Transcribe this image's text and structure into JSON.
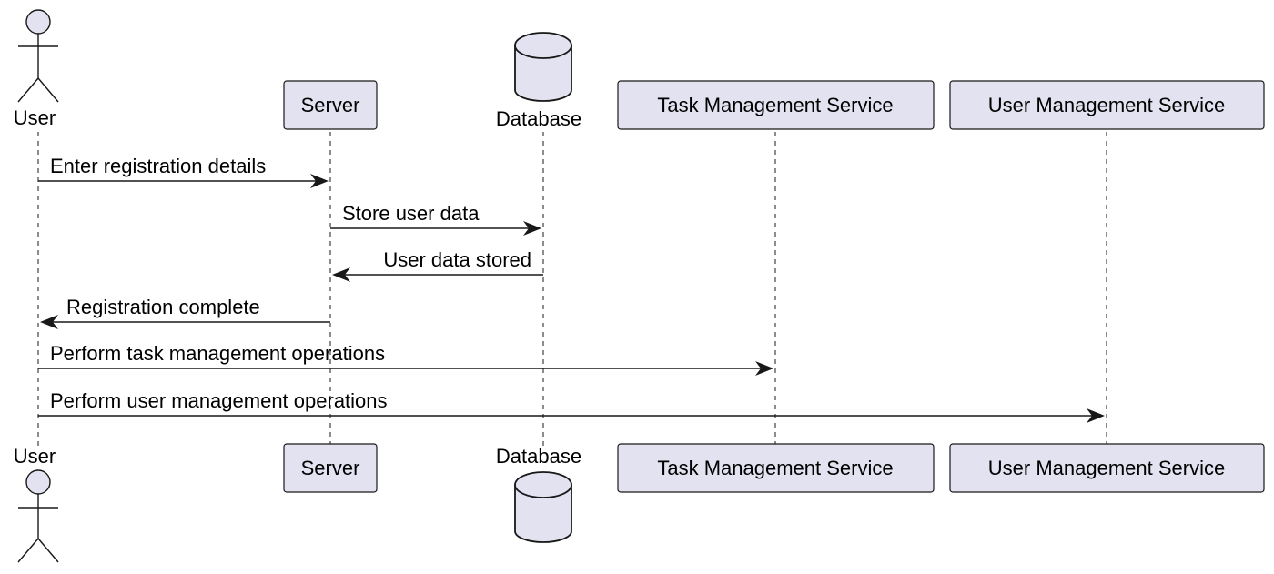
{
  "participants": {
    "user": "User",
    "server": "Server",
    "database": "Database",
    "task_service": "Task Management Service",
    "user_service": "User Management Service"
  },
  "messages": [
    {
      "from": "user",
      "to": "server",
      "label": "Enter registration details"
    },
    {
      "from": "server",
      "to": "database",
      "label": "Store user data"
    },
    {
      "from": "database",
      "to": "server",
      "label": "User data stored"
    },
    {
      "from": "server",
      "to": "user",
      "label": "Registration complete"
    },
    {
      "from": "user",
      "to": "task_service",
      "label": "Perform task management operations"
    },
    {
      "from": "user",
      "to": "user_service",
      "label": "Perform user management operations"
    }
  ],
  "colors": {
    "participant_fill": "#E2E2F0",
    "line": "#181818"
  }
}
